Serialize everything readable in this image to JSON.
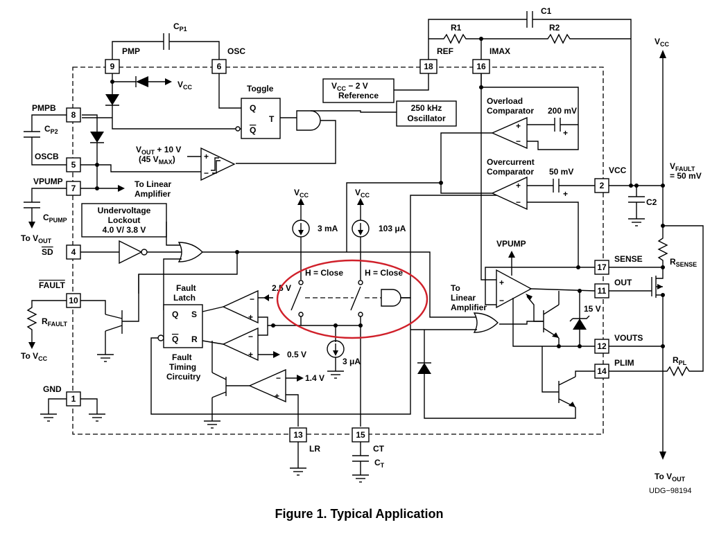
{
  "caption": "Figure 1. Typical Application",
  "figure_id": "UDG−98194",
  "highlight_color": "#d0202a",
  "pins": [
    {
      "num": "9",
      "name": "PMP"
    },
    {
      "num": "6",
      "name": "OSC"
    },
    {
      "num": "18",
      "name": "REF"
    },
    {
      "num": "16",
      "name": "IMAX"
    },
    {
      "num": "8",
      "name": "PMPB"
    },
    {
      "num": "5",
      "name": "OSCB"
    },
    {
      "num": "7",
      "name": "VPUMP"
    },
    {
      "num": "4",
      "name": "SD"
    },
    {
      "num": "10",
      "name": "FAULT"
    },
    {
      "num": "1",
      "name": "GND"
    },
    {
      "num": "13",
      "name": "LR"
    },
    {
      "num": "15",
      "name": "CT"
    },
    {
      "num": "2",
      "name": "VCC"
    },
    {
      "num": "17",
      "name": "SENSE"
    },
    {
      "num": "11",
      "name": "OUT"
    },
    {
      "num": "12",
      "name": "VOUTS"
    },
    {
      "num": "14",
      "name": "PLIM"
    }
  ],
  "components": {
    "cp1": "C",
    "cp1_sub": "P1",
    "cp2": "C",
    "cp2_sub": "P2",
    "cpump": "C",
    "cpump_sub": "PUMP",
    "c1": "C1",
    "c2": "C2",
    "r1": "R1",
    "r2": "R2",
    "ct": "C",
    "ct_sub": "T",
    "rfault": "R",
    "rfault_sub": "FAULT",
    "rsense": "R",
    "rsense_sub": "SENSE",
    "rpl": "R",
    "rpl_sub": "PL"
  },
  "blocks": {
    "reference_line1": "V",
    "reference_sub": "CC",
    "reference_rest": " − 2 V",
    "reference_line2": "Reference",
    "osc_line1": "250 kHz",
    "osc_line2": "Oscillator",
    "uvlo_line1": "Undervoltage",
    "uvlo_line2": "Lockout",
    "uvlo_line3": "4.0 V/ 3.8 V",
    "toggle": "Toggle",
    "toggle_q": "Q",
    "toggle_qb": "Q",
    "toggle_t": "T",
    "latch_title1": "Fault",
    "latch_title2": "Latch",
    "latch_q": "Q",
    "latch_s": "S",
    "latch_qb": "Q",
    "latch_r": "R",
    "timing1": "Fault",
    "timing2": "Timing",
    "timing3": "Circuitry",
    "overload1": "Overload",
    "overload2": "Comparator",
    "overcurrent1": "Overcurrent",
    "overcurrent2": "Comparator"
  },
  "labels": {
    "vcc": "V",
    "vcc_sub": "CC",
    "vout_plus": "V",
    "vout_plus_sub": "OUT",
    "vout_plus_rest": " + 10 V",
    "vmax": "(45 V",
    "vmax_sub": "MAX",
    "vmax_rest": ")",
    "to_linear_amp1": "To Linear",
    "to_linear_amp2": "Amplifier",
    "to_linear_amp3": "To",
    "to_linear_amp4": "Linear",
    "to_linear_amp5": "Amplifier",
    "to_vout": "To V",
    "to_vout_sub": "OUT",
    "to_vcc": "To V",
    "to_vcc_sub": "CC",
    "to_vout_right": "To V",
    "to_vout_right_sub": "OUT",
    "ma3": "3 mA",
    "ua103": "103 μA",
    "ua3": "3 μA",
    "h_close1": "H = Close",
    "h_close2": "H = Close",
    "v25": "2.5 V",
    "v05": "0.5 V",
    "v14": "1.4 V",
    "mv200": "200 mV",
    "mv50": "50 mV",
    "vfault": "V",
    "vfault_sub": "FAULT",
    "vfault_rest": " = 50 mV",
    "v15": "15 V",
    "vpump_inner": "VPUMP",
    "vcc_pin_label": "VCC",
    "vcc_top_right": "V",
    "vcc_top_right_sub": "CC"
  }
}
